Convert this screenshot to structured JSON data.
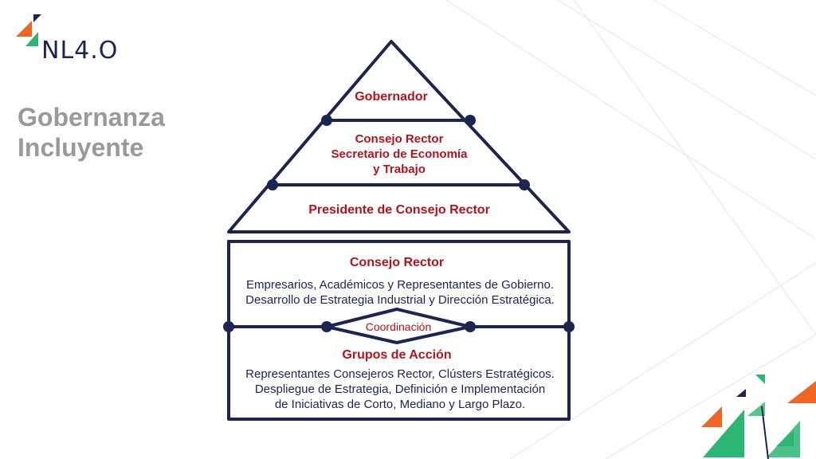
{
  "brand": {
    "logo_text": "NL4.O",
    "colors": {
      "navy": "#1c2452",
      "orange": "#f26522",
      "green": "#2bb673",
      "red": "#b3131b",
      "gray": "#9a9a9a"
    }
  },
  "title": {
    "line1": "Gobernanza",
    "line2": "Incluyente"
  },
  "pyramid": {
    "tier1": "Gobernador",
    "tier2": {
      "line1": "Consejo Rector",
      "line2": "Secretario de Economía",
      "line3": "y Trabajo"
    },
    "tier3": "Presidente de Consejo Rector"
  },
  "upper_box": {
    "title": "Consejo Rector",
    "line1": "Empresarios, Académicos y Representantes de Gobierno.",
    "line2": "Desarrollo de Estrategia Industrial y Dirección Estratégica."
  },
  "coordination": "Coordinación",
  "lower_box": {
    "title": "Grupos de Acción",
    "line1": "Representantes Consejeros Rector, Clústers Estratégicos.",
    "line2": "Despliegue de Estrategia, Definición e Implementación",
    "line3": "de Iniciativas de Corto, Mediano y Largo Plazo."
  }
}
